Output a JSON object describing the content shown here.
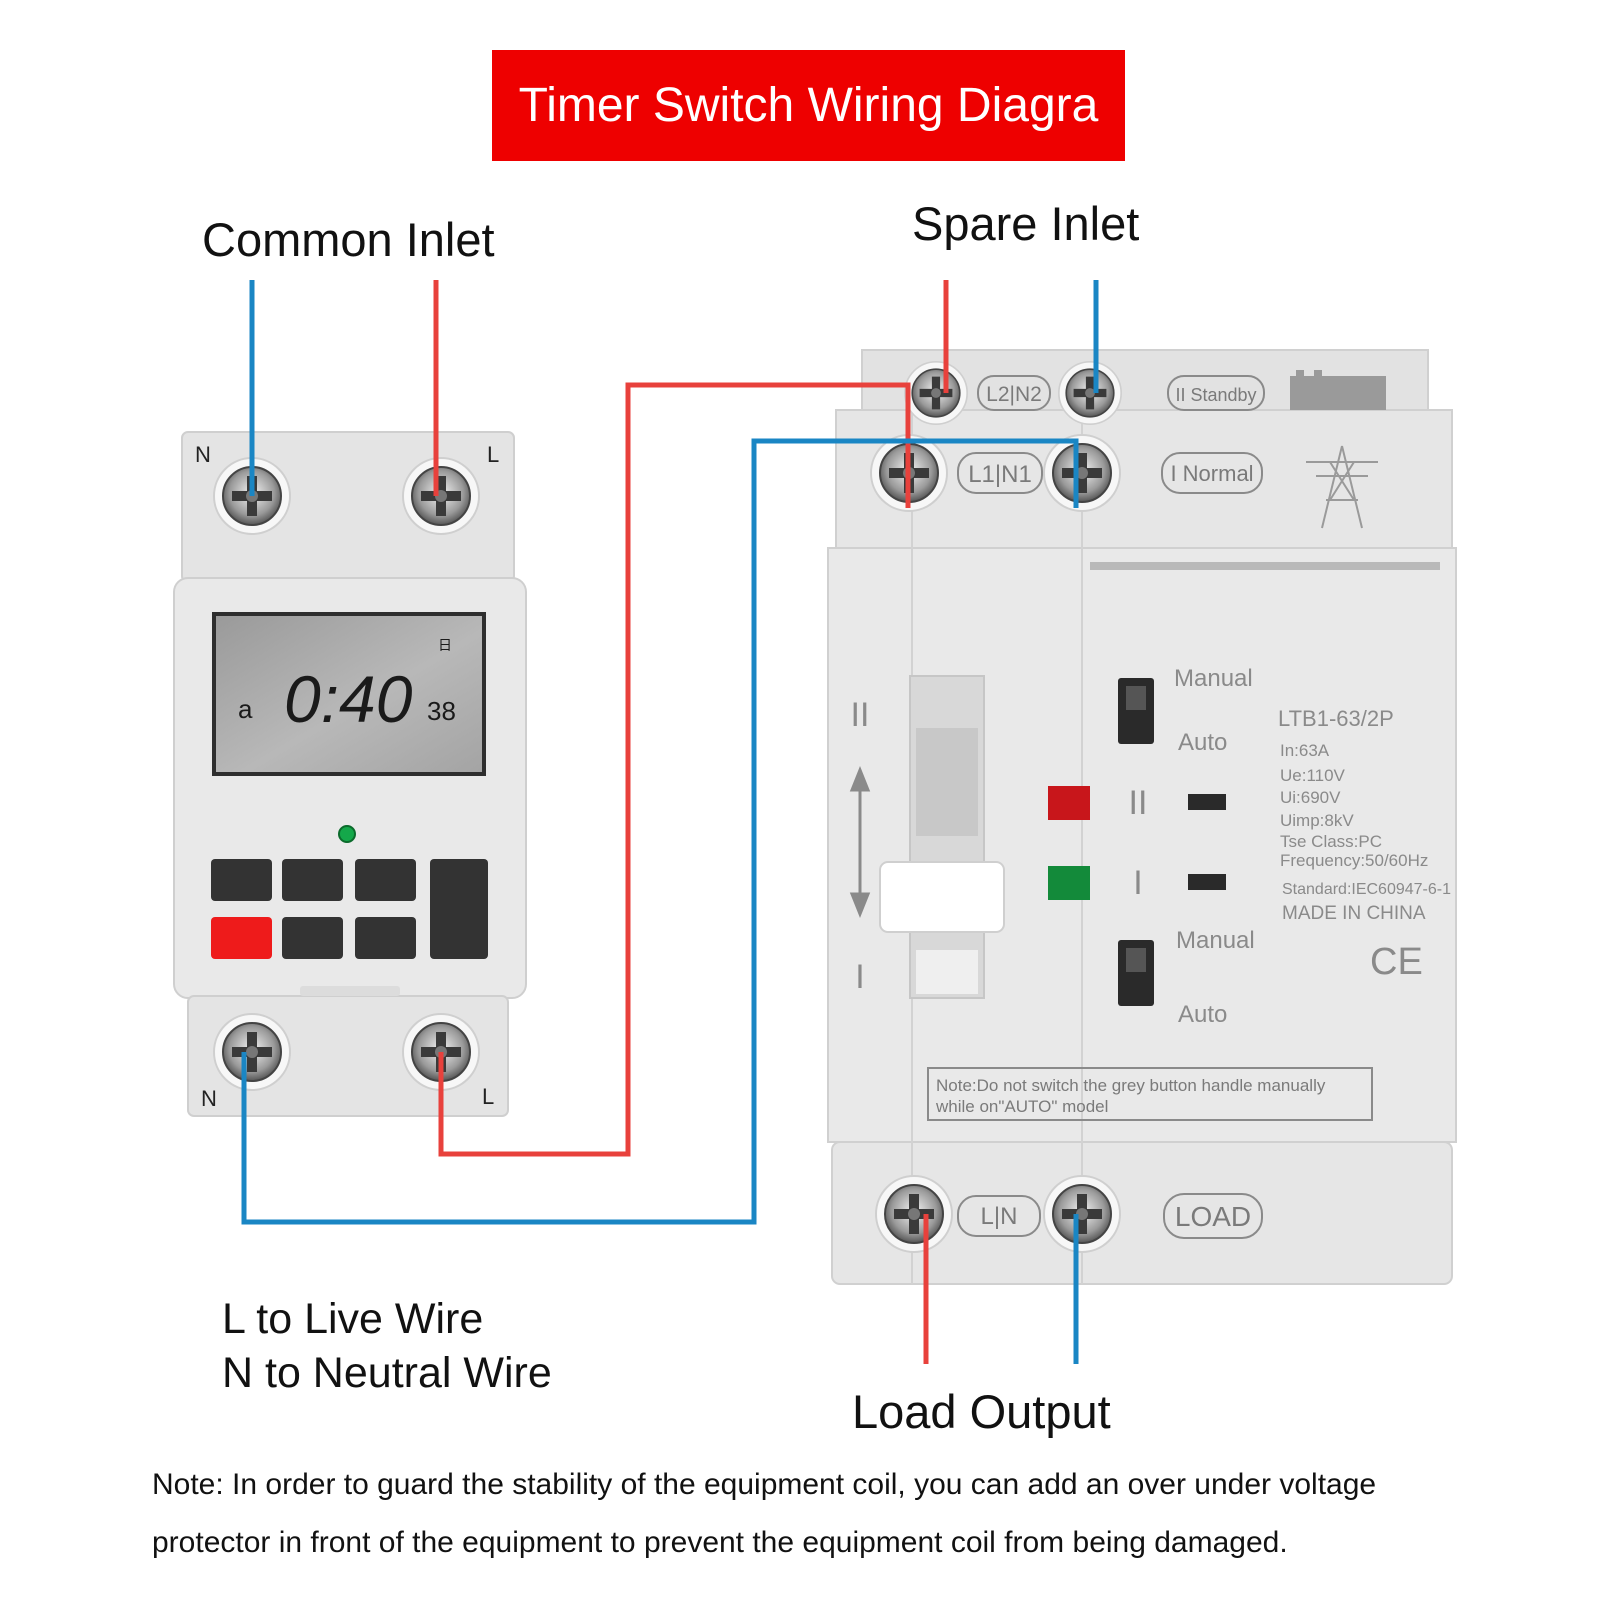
{
  "title": "Timer Switch Wiring Diagra",
  "labels": {
    "common_inlet": "Common Inlet",
    "spare_inlet": "Spare Inlet",
    "load_output": "Load Output",
    "legend_l": "L to Live Wire",
    "legend_n": "N to Neutral Wire"
  },
  "note": "Note: In order to guard the stability of the equipment coil, you can add an over under voltage protector in front of the equipment to prevent the equipment coil from being damaged.",
  "timer": {
    "terminal_top_n": "N",
    "terminal_top_l": "L",
    "terminal_bottom_n": "N",
    "terminal_bottom_l": "L",
    "lcd_day": "a",
    "lcd_time": "0:40",
    "lcd_seconds": "38",
    "lcd_corner": "日"
  },
  "ats": {
    "top_terminal": "L2|N2",
    "top_tag": "II Standby",
    "mid_terminal": "L1|N1",
    "mid_tag": "I Normal",
    "bottom_terminal": "L|N",
    "bottom_tag": "LOAD",
    "pos_ii": "II",
    "pos_i": "I",
    "indicator_ii": "II",
    "indicator_i": "I",
    "manual_top": "Manual",
    "auto_top": "Auto",
    "manual_bottom": "Manual",
    "auto_bottom": "Auto",
    "model": "LTB1-63/2P",
    "spec_in": "In:63A",
    "spec_ue": "Ue:110V",
    "spec_ui": "Ui:690V",
    "spec_uimp": "Uimp:8kV",
    "spec_class": "Tse Class:PC",
    "spec_freq": "Frequency:50/60Hz",
    "spec_standard": "Standard:IEC60947-6-1",
    "made_in": "MADE IN CHINA",
    "ce": "CE",
    "note_line1": "Note:Do not switch the grey button handle manually",
    "note_line2": "while on\"AUTO\" model"
  },
  "colors": {
    "live_wire": "#e8413c",
    "neutral_wire": "#1a86c4",
    "title_bg": "#ee0000",
    "device_body": "#e6e6e6"
  }
}
